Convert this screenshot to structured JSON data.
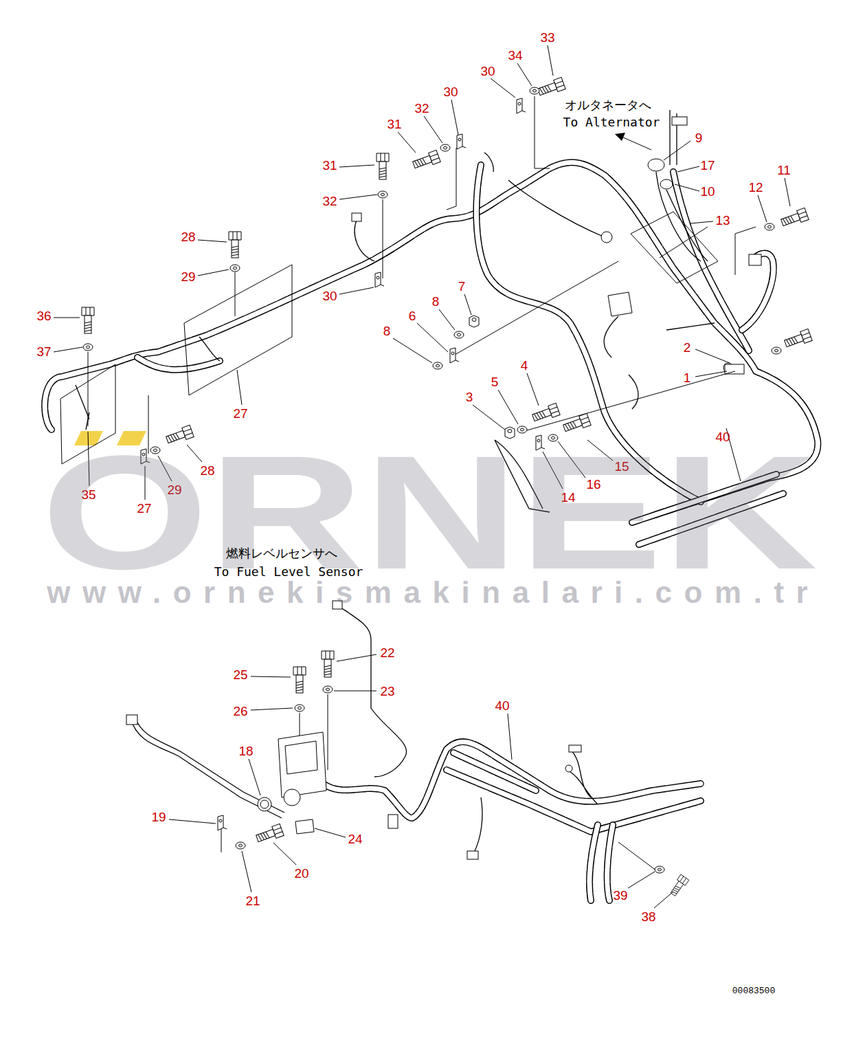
{
  "diagram": {
    "labels": [
      "33",
      "34",
      "30",
      "30",
      "32",
      "31",
      "オルタネータへ",
      "To Alternator",
      "9",
      "31",
      "17",
      "11",
      "10",
      "12",
      "32",
      "13",
      "28",
      "29",
      "7",
      "30",
      "8",
      "36",
      "6",
      "8",
      "2",
      "37",
      "1",
      "4",
      "5",
      "3",
      "27",
      "40",
      "15",
      "28",
      "16",
      "35",
      "29",
      "14",
      "27",
      "ORNEK",
      "www.ornekismakinalari.com.tr",
      "燃料レベルセンサへ",
      "To Fuel Level Sensor",
      "22",
      "25",
      "23",
      "26",
      "40",
      "18",
      "19",
      "24",
      "20",
      "39",
      "21",
      "38",
      "00083500"
    ]
  }
}
